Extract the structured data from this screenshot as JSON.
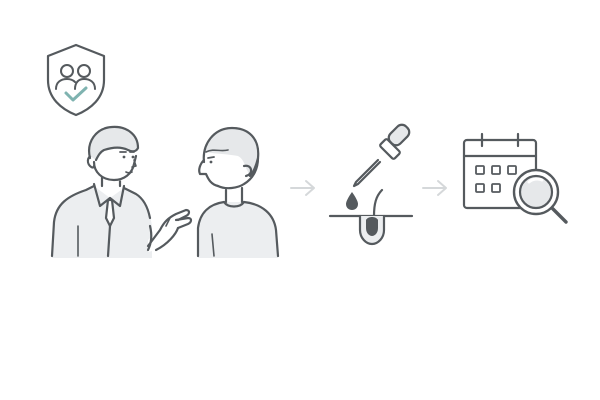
{
  "illustration": {
    "steps": [
      {
        "icon": "consultation-icon",
        "step": 1
      },
      {
        "icon": "serum-dropper-scalp-icon",
        "step": 2
      },
      {
        "icon": "calendar-search-icon",
        "step": 3
      }
    ],
    "badge_icon": "shield-users-check-icon",
    "colors": {
      "line": "#555a5e",
      "fill_light": "#e6e8ea",
      "hair_fill": "#e6e8ea",
      "accent_check": "#7fb3b0",
      "arrow": "#d5d8da",
      "background": "#ffffff"
    }
  }
}
